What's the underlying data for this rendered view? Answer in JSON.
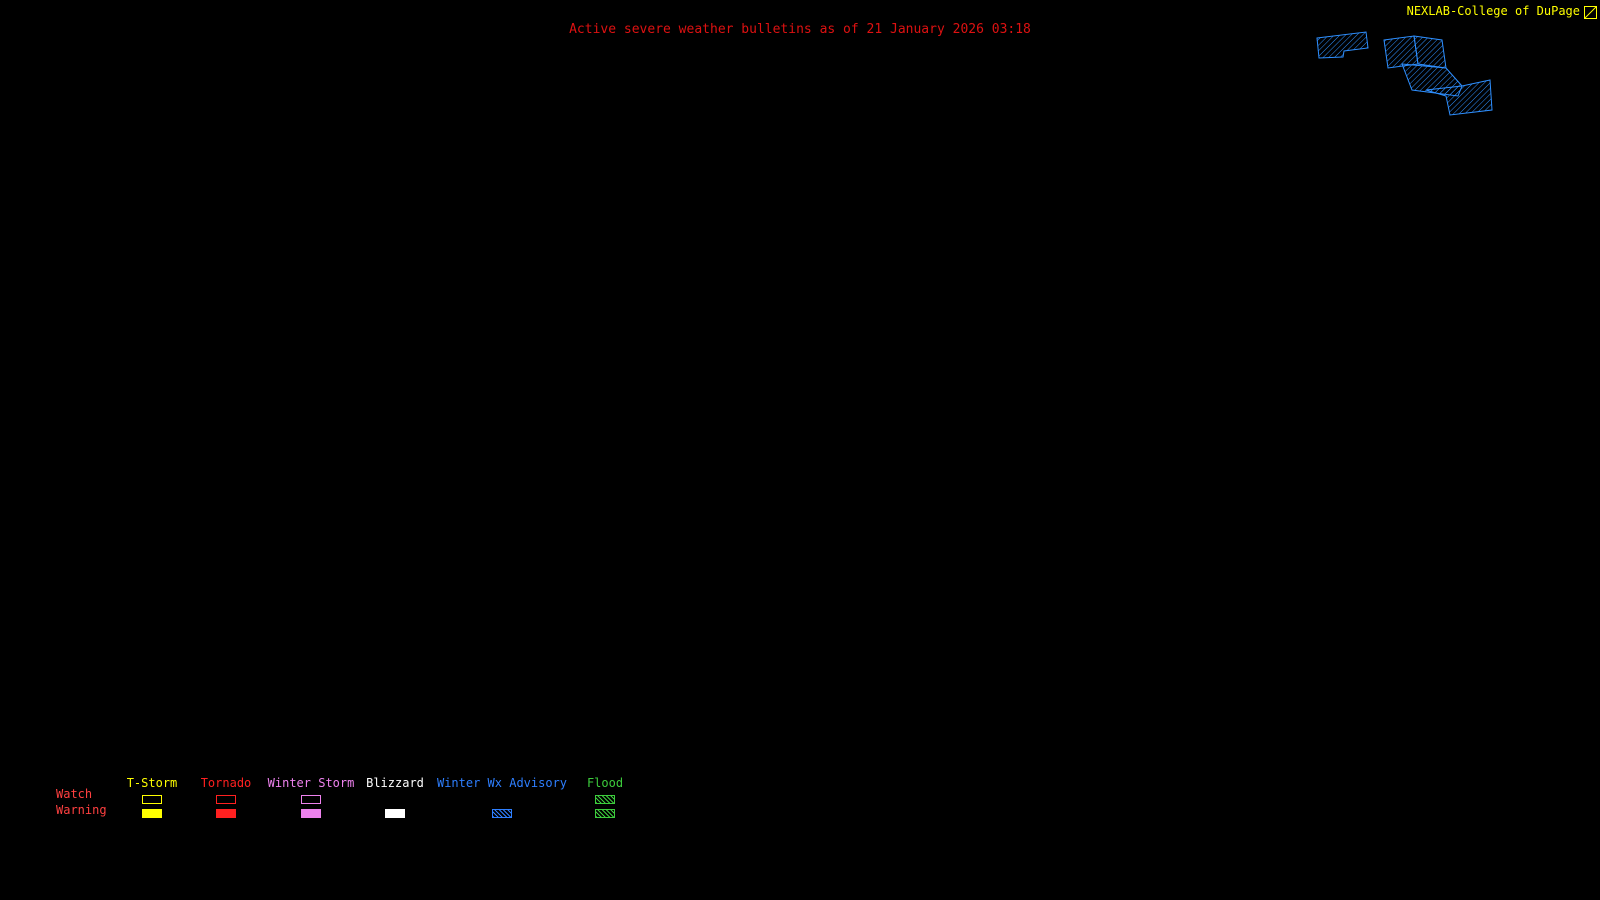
{
  "header": {
    "title": "Active severe weather bulletins as of 21 January 2026 03:18",
    "title_color": "#dd1111",
    "branding": "NEXLAB-College of DuPage",
    "branding_color": "#ffff00",
    "logo_icon": "cod-logo"
  },
  "legend": {
    "row_labels": {
      "watch": "Watch",
      "warning": "Warning"
    },
    "row_label_color": "#ff4040",
    "categories": [
      {
        "label": "T-Storm",
        "color": "#ffff00",
        "watch_style": "outline",
        "warning_style": "solid"
      },
      {
        "label": "Tornado",
        "color": "#ff2020",
        "watch_style": "outline",
        "warning_style": "solid"
      },
      {
        "label": "Winter Storm",
        "color": "#ee82ee",
        "watch_style": "outline",
        "warning_style": "solid"
      },
      {
        "label": "Blizzard",
        "color": "#ffffff",
        "watch_style": "none",
        "warning_style": "solid"
      },
      {
        "label": "Winter Wx Advisory",
        "color": "#2e7fff",
        "watch_style": "none",
        "warning_style": "hatch"
      },
      {
        "label": "Flood",
        "color": "#3ccc3c",
        "watch_style": "hatch",
        "warning_style": "hatch"
      }
    ]
  },
  "map": {
    "advisory_color": "#2e8fff",
    "regions": [
      "1317,38 1366,32 1368,48 1344,51 1343,57 1319,58",
      "1384,40 1414,36 1418,64 1388,68",
      "1414,36 1442,40 1446,68 1418,64",
      "1402,64 1446,68 1462,86 1458,96 1412,90",
      "1426,90 1462,86 1490,80 1492,110 1450,115 1446,96"
    ]
  }
}
